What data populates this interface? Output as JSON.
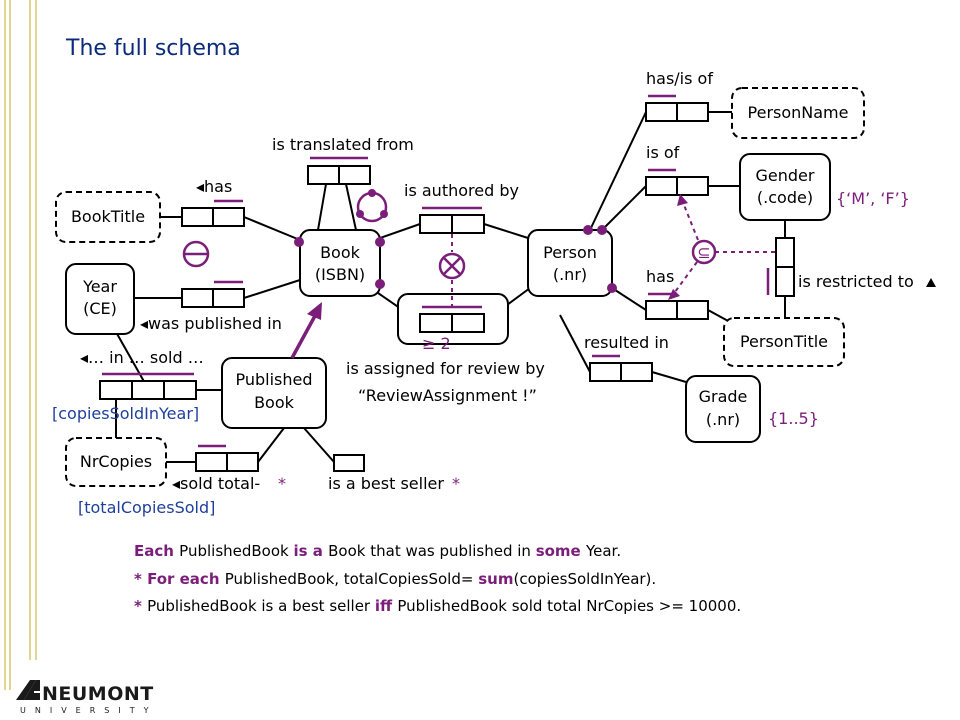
{
  "slide": {
    "title": "The full schema"
  },
  "entities": {
    "book": [
      "Book",
      "(ISBN)"
    ],
    "person": [
      "Person",
      "(.nr)"
    ],
    "gender": [
      "Gender",
      "(.code)"
    ],
    "year": [
      "Year",
      "(CE)"
    ],
    "published_book": [
      "Published",
      "Book"
    ],
    "grade": [
      "Grade",
      "(.nr)"
    ]
  },
  "values": {
    "book_title": "BookTitle",
    "person_name": "PersonName",
    "person_title": "PersonTitle",
    "nr_copies": "NrCopies"
  },
  "labels": {
    "is_translated_from": "is translated from",
    "has_title": "◂has",
    "is_authored_by": "is authored by",
    "was_published_in": "◂was published in",
    "in_sold": "◂… in … sold …",
    "sold_total": "◂sold total-",
    "is_best_seller": "is a best seller",
    "has_is_of": "has/is of",
    "is_of": "is of",
    "has": "has",
    "is_restricted_to": "is restricted to",
    "resulted_in": "resulted in",
    "is_assigned": "is assigned for review by",
    "review_assignment": "“ReviewAssignment !”",
    "at_least_2": "≥ 2",
    "copies_sold_in_year": "[copiesSoldInYear]",
    "total_copies_sold": "[totalCopiesSold]",
    "gender_values": "{‘M’, ‘F’}",
    "grade_values": "{1..5}",
    "star1": "*",
    "star2": "*",
    "subset": "⊆"
  },
  "notes": {
    "line1": [
      {
        "text": "Each ",
        "bold": true
      },
      {
        "text": "PublishedBook ",
        "bold": false
      },
      {
        "text": "is a ",
        "bold": true
      },
      {
        "text": "Book that was published in ",
        "bold": false
      },
      {
        "text": "some ",
        "bold": true
      },
      {
        "text": "Year.",
        "bold": false
      }
    ],
    "line2": [
      {
        "text": "* For each ",
        "bold": true
      },
      {
        "text": "PublishedBook, totalCopiesSold= ",
        "bold": false
      },
      {
        "text": "sum",
        "bold": true
      },
      {
        "text": "(copiesSoldInYear).",
        "bold": false
      }
    ],
    "line3": [
      {
        "text": "* ",
        "bold": true
      },
      {
        "text": "PublishedBook is a best seller ",
        "bold": false
      },
      {
        "text": "iff ",
        "bold": true
      },
      {
        "text": "PublishedBook sold total NrCopies >= 10000.",
        "bold": false
      }
    ]
  },
  "logo": {
    "name": "NEUMONT",
    "sub": "UNIVERSITY"
  },
  "colors": {
    "constraint": "#7b1e7a",
    "title": "#0a2a7a",
    "derived": "#1f3f9a",
    "border_accent": "#d9c76a"
  }
}
